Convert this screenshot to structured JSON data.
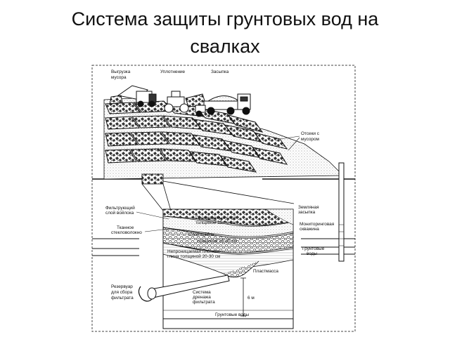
{
  "slide": {
    "title_line1": "Система защиты грунтовых вод на",
    "title_line2": "свалках"
  },
  "diagram": {
    "labels": {
      "unloading_l1": "Выгрузка",
      "unloading_l2": "мусора",
      "compaction": "Уплотнение",
      "backfill": "Засыпка",
      "cells_l1": "Отсеки с",
      "cells_l2": "мусором",
      "filter_felt_l1": "Фильтрующий",
      "filter_felt_l2": "слой войлока",
      "fiberglass_l1": "Тканное",
      "fiberglass_l2": "стекловолокно",
      "permeable_l1": "Проницаемый слой",
      "permeable_l2": "толщиной 15-20 см",
      "gravel_l1": "Слой щебня",
      "gravel_l2": "толщиной 15-20 см",
      "clay_l1": "Непроницаемая плотная",
      "clay_l2": "глина толщиной 20-30 см",
      "plastic": "Пластмасса",
      "earth_cover_l1": "Земляная",
      "earth_cover_l2": "засыпка",
      "monitoring_l1": "Мониторинговая",
      "monitoring_l2": "скважина",
      "groundwater_right_l1": "Грунтовые",
      "groundwater_right_l2": "воды",
      "reservoir_l1": "Резервуар",
      "reservoir_l2": "для сбора",
      "reservoir_l3": "фильтрата",
      "drainage_l1": "Система",
      "drainage_l2": "дренажа",
      "drainage_l3": "фильтрата",
      "depth": "6 м",
      "groundwater_bottom": "Грунтовые воды"
    }
  }
}
